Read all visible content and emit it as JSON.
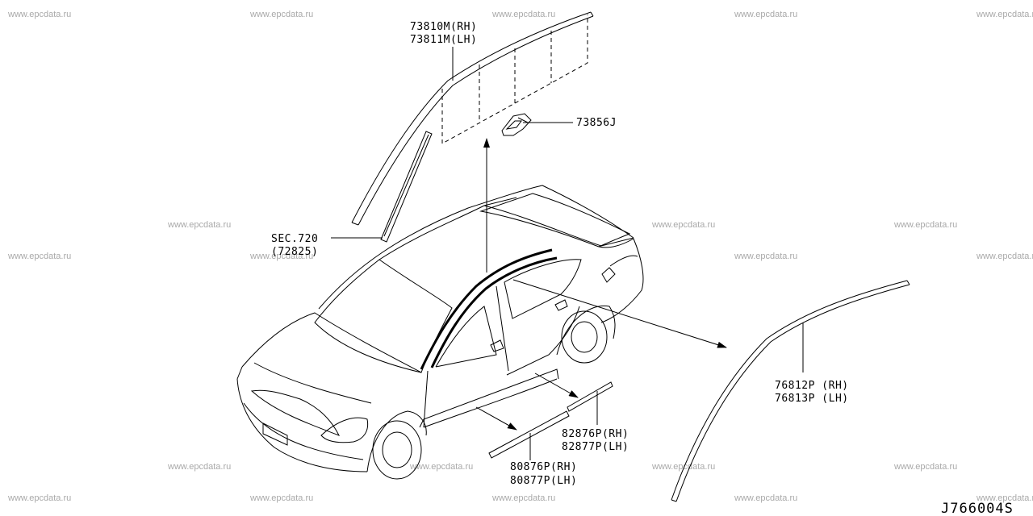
{
  "watermark": "www.epcdata.ru",
  "parts": {
    "window_sash_rh": "73810M(RH)",
    "window_sash_lh": "73811M(LH)",
    "clip": "73856J",
    "sec_ref": "SEC.720",
    "sec_part": "(72825)",
    "roof_molding_rh": "76812P (RH)",
    "roof_molding_lh": "76813P (LH)",
    "rear_sill_rh": "82876P(RH)",
    "rear_sill_lh": "82877P(LH)",
    "front_sill_rh": "80876P(RH)",
    "front_sill_lh": "80877P(LH)"
  },
  "diagram_code": "J766004S"
}
